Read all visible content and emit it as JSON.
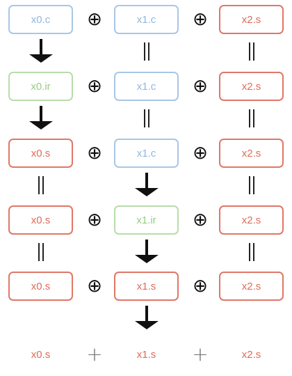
{
  "rows": [
    {
      "terms": [
        {
          "label": "x0.c",
          "kind": "c"
        },
        {
          "label": "x1.c",
          "kind": "c"
        },
        {
          "label": "x2.s",
          "kind": "s"
        }
      ],
      "op_symbol": "⊕"
    },
    {
      "terms": [
        {
          "label": "x0.ir",
          "kind": "ir"
        },
        {
          "label": "x1.c",
          "kind": "c"
        },
        {
          "label": "x2.s",
          "kind": "s"
        }
      ],
      "op_symbol": "⊕"
    },
    {
      "terms": [
        {
          "label": "x0.s",
          "kind": "s"
        },
        {
          "label": "x1.c",
          "kind": "c"
        },
        {
          "label": "x2.s",
          "kind": "s"
        }
      ],
      "op_symbol": "⊕"
    },
    {
      "terms": [
        {
          "label": "x0.s",
          "kind": "s"
        },
        {
          "label": "x1.ir",
          "kind": "ir"
        },
        {
          "label": "x2.s",
          "kind": "s"
        }
      ],
      "op_symbol": "⊕"
    },
    {
      "terms": [
        {
          "label": "x0.s",
          "kind": "s"
        },
        {
          "label": "x1.s",
          "kind": "s"
        },
        {
          "label": "x2.s",
          "kind": "s"
        }
      ],
      "op_symbol": "⊕"
    }
  ],
  "connectors": [
    [
      "arrow",
      "equal",
      "equal"
    ],
    [
      "arrow",
      "equal",
      "equal"
    ],
    [
      "equal",
      "arrow",
      "equal"
    ],
    [
      "equal",
      "arrow",
      "equal"
    ],
    [
      "none",
      "arrow",
      "none"
    ]
  ],
  "final_row": {
    "terms": [
      "x0.s",
      "x1.s",
      "x2.s"
    ],
    "op_symbol": "+"
  },
  "colors": {
    "c": "#a9c6e6",
    "ir": "#b8dcaa",
    "s": "#df7766",
    "ink": "#111111"
  }
}
